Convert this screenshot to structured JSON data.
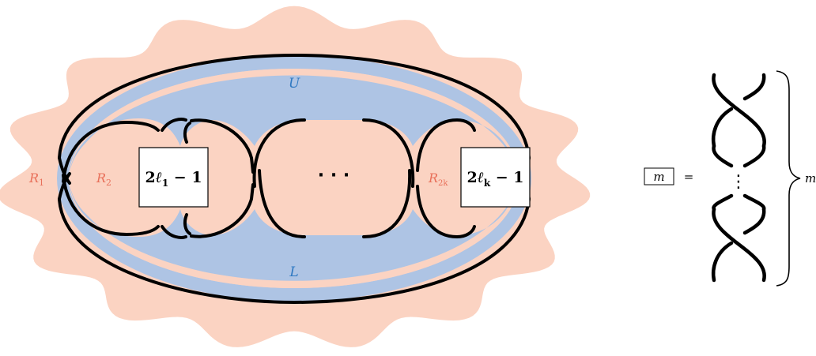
{
  "labels": {
    "upper_region": "U",
    "lower_region": "L",
    "outer_region": "R",
    "outer_region_sub": "1",
    "first_inner_region": "R",
    "first_inner_region_sub": "2",
    "last_inner_region": "R",
    "last_inner_region_sub": "2k",
    "ellipsis": "· · ·"
  },
  "twist_boxes": {
    "first": {
      "lead": "2",
      "ell": "ℓ",
      "ell_sub": "1",
      "tail": " − 1"
    },
    "last": {
      "lead": "2",
      "ell": "ℓ",
      "ell_sub": "k",
      "tail": " − 1"
    }
  },
  "legend": {
    "box_label": "m",
    "equals": "=",
    "vdots": "⋮",
    "brace_count_label": "m"
  },
  "colors": {
    "salmon": "#fbd3c2",
    "blue": "#aec4e4",
    "label_red": "#e8705a",
    "label_blue": "#2f79c2",
    "stroke": "#000000"
  }
}
